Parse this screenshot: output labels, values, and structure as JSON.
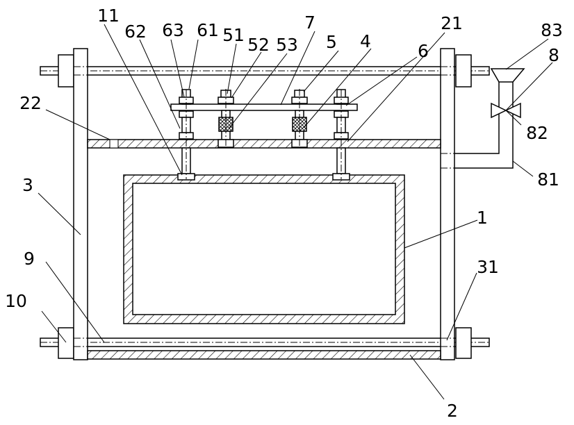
{
  "labels": {
    "l1": "1",
    "l2": "2",
    "l3": "3",
    "l4": "4",
    "l5": "5",
    "l6": "6",
    "l7": "7",
    "l8": "8",
    "l9": "9",
    "l10": "10",
    "l11": "11",
    "l21": "21",
    "l22": "22",
    "l31": "31",
    "l51": "51",
    "l52": "52",
    "l53": "53",
    "l61": "61",
    "l62": "62",
    "l63": "63",
    "l81": "81",
    "l82": "82",
    "l83": "83"
  }
}
